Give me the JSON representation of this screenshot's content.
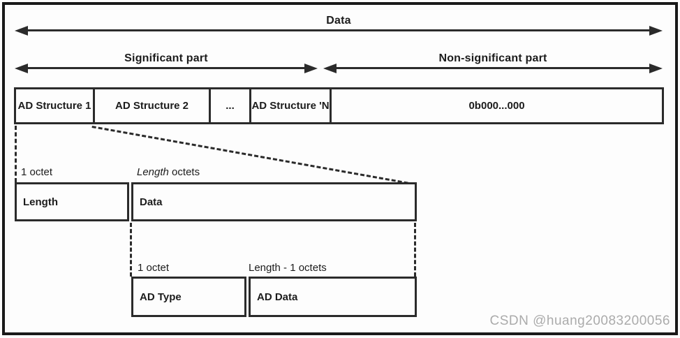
{
  "diagram": {
    "top_arrow": {
      "label": "Data"
    },
    "split_arrows": {
      "left_label": "Significant part",
      "right_label": "Non-significant part"
    },
    "structure_row": {
      "cells": [
        {
          "label": "AD Structure 1"
        },
        {
          "label": "AD Structure 2"
        },
        {
          "label": "..."
        },
        {
          "label": "AD Structure 'N"
        },
        {
          "label": "0b000...000"
        }
      ]
    },
    "ad_structure_detail": {
      "length_caption": "1 octet",
      "data_caption_italic": "Length",
      "data_caption_rest": " octets",
      "length_box_label": "Length",
      "data_box_label": "Data"
    },
    "data_detail": {
      "type_caption": "1 octet",
      "data_caption": "Length - 1 octets",
      "type_box_label": "AD Type",
      "data_box_label": "AD Data"
    },
    "watermark": "CSDN @huang20083200056",
    "colors": {
      "line": "#2b2b2b",
      "frame": "#1a1a1a",
      "background": "#fdfdfd",
      "watermark": "#ababab"
    }
  }
}
